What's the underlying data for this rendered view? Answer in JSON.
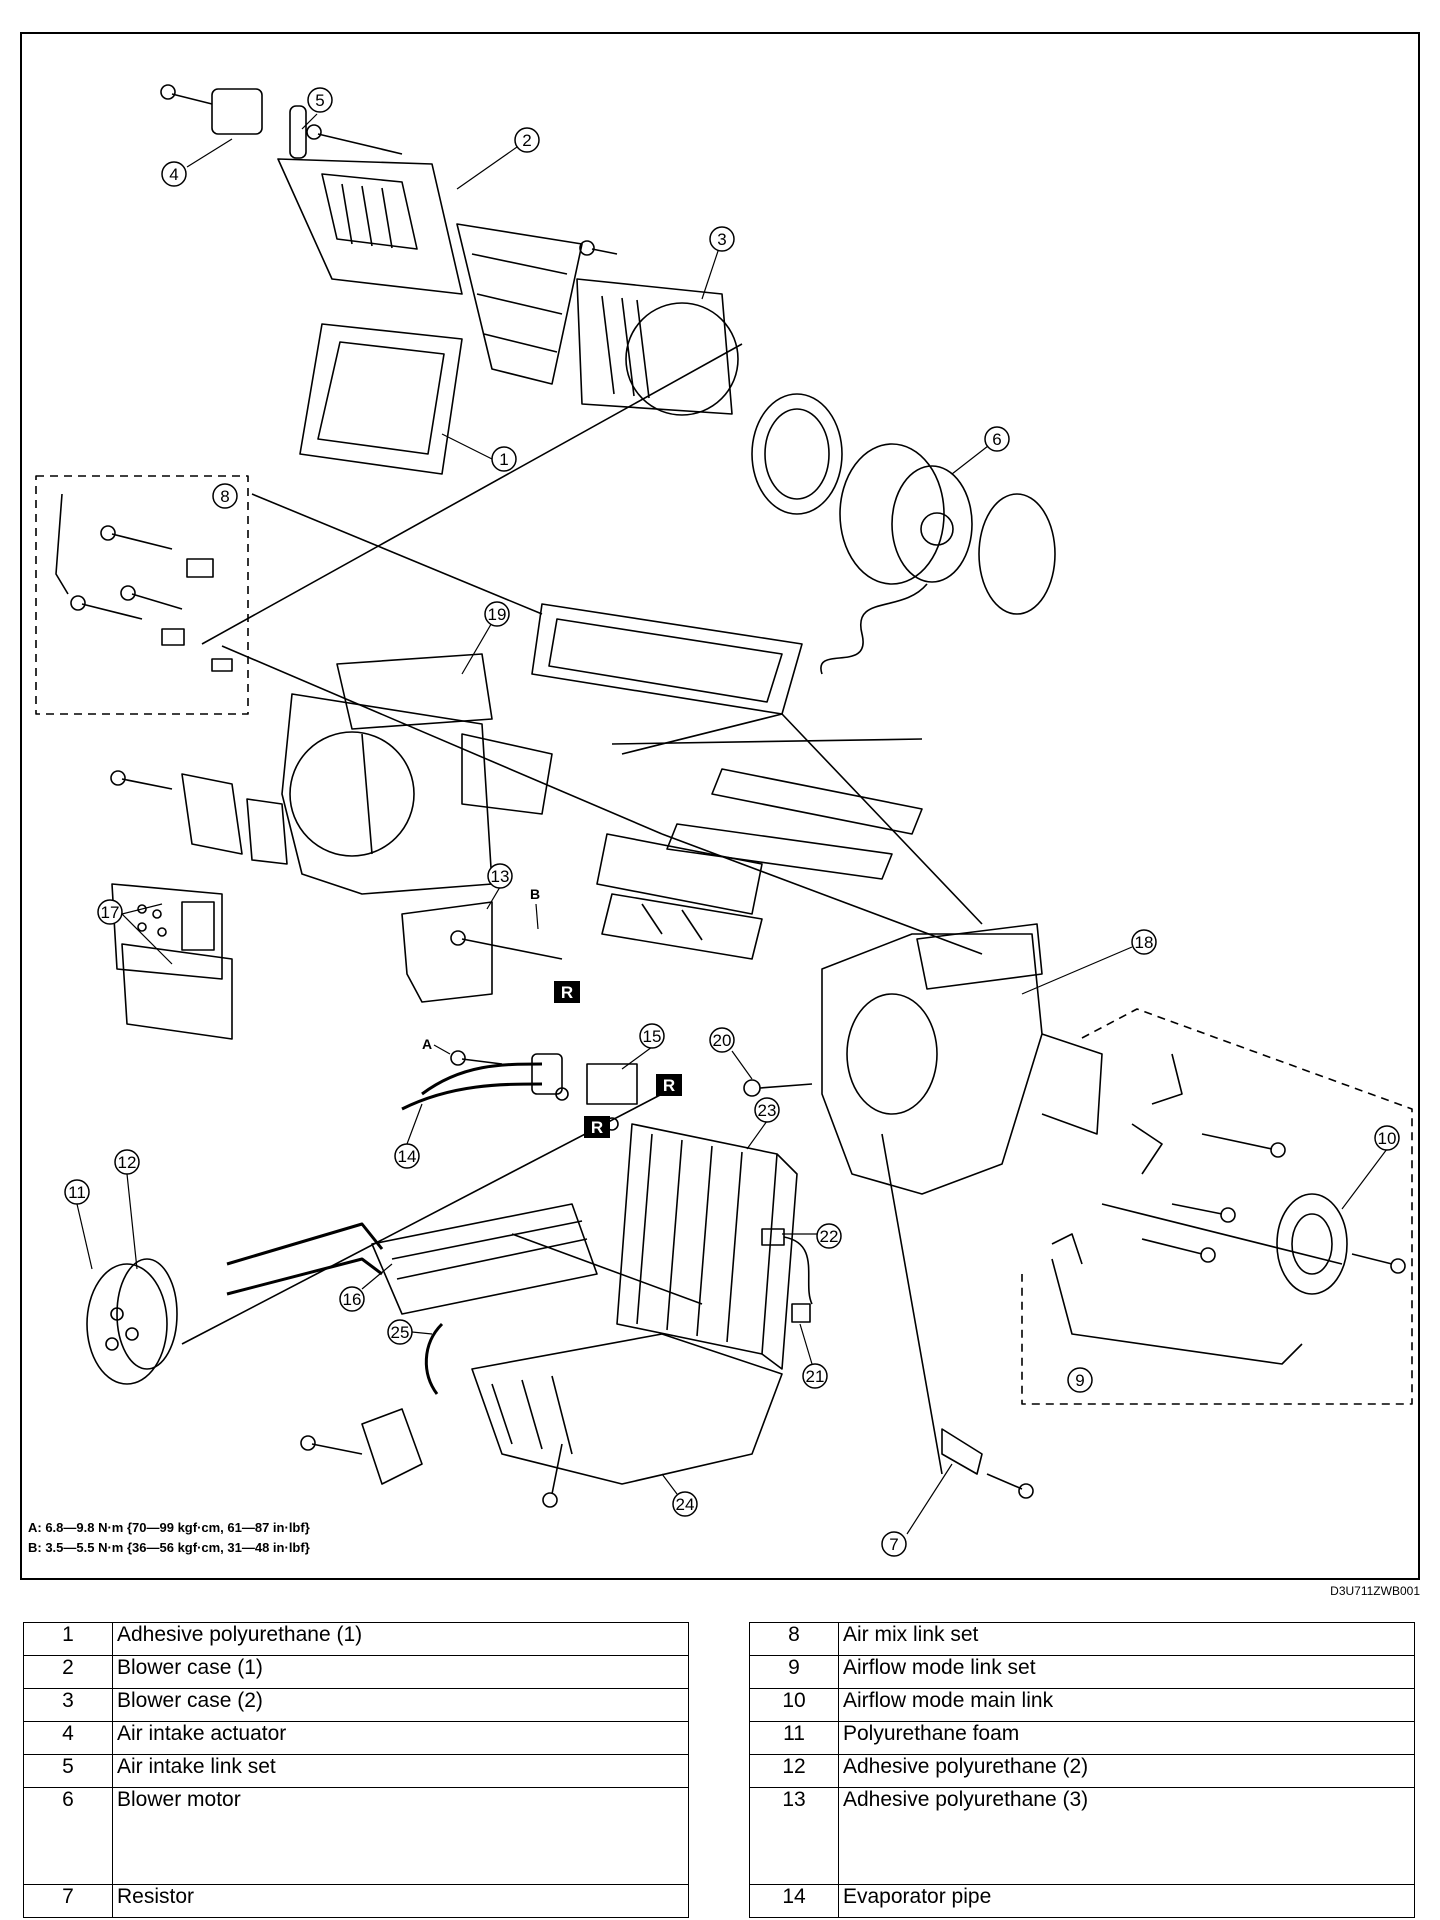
{
  "figure": {
    "code": "D3U711ZWB001",
    "torque_specs": {
      "a": "A: 6.8—9.8 N·m {70—99 kgf·cm, 61—87 in·lbf}",
      "b": "B: 3.5—5.5 N·m {36—56 kgf·cm, 31—48 in·lbf}"
    },
    "callouts": [
      "1",
      "2",
      "3",
      "4",
      "5",
      "6",
      "7",
      "8",
      "9",
      "10",
      "11",
      "12",
      "13",
      "14",
      "15",
      "16",
      "17",
      "18",
      "19",
      "20",
      "21",
      "22",
      "23",
      "24",
      "25"
    ],
    "letter_marks": {
      "a": "A",
      "b": "B"
    },
    "replace_mark": "R"
  },
  "parts_left": [
    {
      "no": "1",
      "name": "Adhesive polyurethane (1)"
    },
    {
      "no": "2",
      "name": "Blower case (1)"
    },
    {
      "no": "3",
      "name": "Blower case (2)"
    },
    {
      "no": "4",
      "name": "Air intake actuator"
    },
    {
      "no": "5",
      "name": "Air intake link set"
    },
    {
      "no": "6",
      "name": "Blower motor"
    },
    {
      "no": "7",
      "name": "Resistor"
    }
  ],
  "parts_right": [
    {
      "no": "8",
      "name": "Air mix link set"
    },
    {
      "no": "9",
      "name": "Airflow mode link set"
    },
    {
      "no": "10",
      "name": "Airflow mode main link"
    },
    {
      "no": "11",
      "name": "Polyurethane foam"
    },
    {
      "no": "12",
      "name": "Adhesive polyurethane (2)"
    },
    {
      "no": "13",
      "name": "Adhesive polyurethane (3)"
    },
    {
      "no": "14",
      "name": "Evaporator pipe"
    }
  ]
}
